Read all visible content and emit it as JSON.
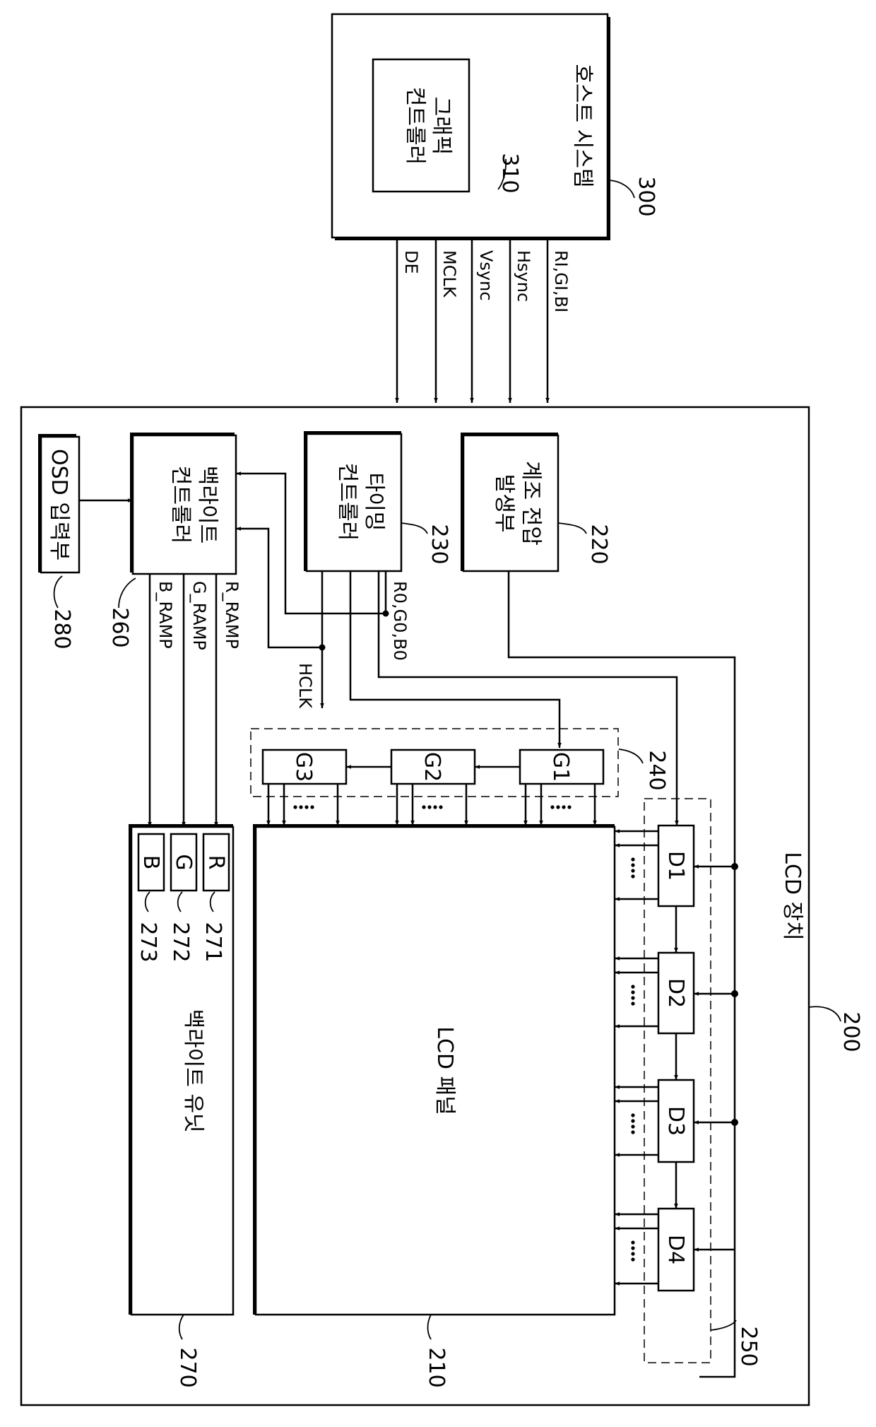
{
  "host_system": {
    "label": "호스트 시스템",
    "ref": "300"
  },
  "graphic_controller": {
    "label_line1": "그래픽",
    "label_line2": "컨트롤러",
    "ref": "310"
  },
  "host_signals": [
    "DE",
    "MCLK",
    "Vsync",
    "Hsync",
    "RI,GI,BI"
  ],
  "lcd_device": {
    "label": "LCD 장치",
    "ref": "200"
  },
  "osd_input": {
    "label": "OSD 입력부",
    "ref": "280"
  },
  "backlight_controller": {
    "label_line1": "백라이트",
    "label_line2": "컨트롤러",
    "ref": "260"
  },
  "timing_controller": {
    "label_line1": "타이밍",
    "label_line2": "컨트롤러",
    "ref": "230"
  },
  "gray_voltage": {
    "label_line1": "계조 전압",
    "label_line2": "발생부",
    "ref": "220"
  },
  "ramp_signals": [
    "B_RAMP",
    "G_RAMP",
    "R_RAMP"
  ],
  "timing_outputs": {
    "hclk": "HCLK",
    "rgb": "R0,G0,B0"
  },
  "gate_group": {
    "ref": "240",
    "drivers": [
      "G3",
      "G2",
      "G1"
    ]
  },
  "data_group": {
    "ref": "250",
    "drivers": [
      "D1",
      "D2",
      "D3",
      "D4"
    ]
  },
  "lcd_panel": {
    "label": "LCD 패널",
    "ref": "210"
  },
  "backlight_unit": {
    "label": "백라이트 유닛",
    "ref": "270",
    "leds": [
      "B",
      "G",
      "R"
    ],
    "led_refs": [
      "273",
      "272",
      "271"
    ]
  }
}
